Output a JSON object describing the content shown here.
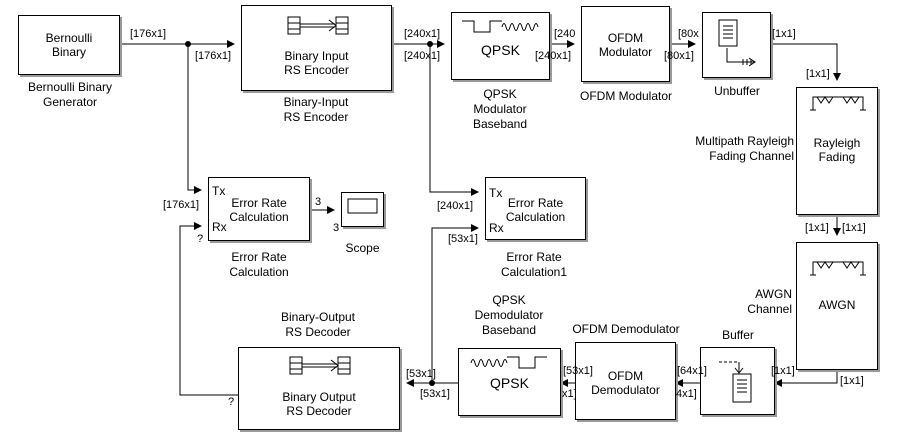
{
  "blocks": {
    "bernoulli": {
      "text": [
        "Bernoulli",
        "Binary"
      ],
      "label": [
        "Bernoulli Binary",
        "Generator"
      ]
    },
    "rs_encoder": {
      "text": [
        "Binary Input",
        "RS Encoder"
      ],
      "label": [
        "Binary-Input",
        "RS Encoder"
      ]
    },
    "qpsk_mod": {
      "text": [
        "QPSK"
      ],
      "label": [
        "QPSK",
        "Modulator",
        "Baseband"
      ]
    },
    "ofdm_mod": {
      "text": [
        "OFDM",
        "Modulator"
      ],
      "label": [
        "OFDM Modulator"
      ]
    },
    "unbuffer": {
      "text": [],
      "label": [
        "Unbuffer"
      ]
    },
    "rayleigh": {
      "text": [
        "Rayleigh",
        "Fading"
      ],
      "label": [
        "Multipath Rayleigh",
        "Fading Channel"
      ]
    },
    "awgn": {
      "text": [
        "AWGN"
      ],
      "label": [
        "AWGN",
        "Channel"
      ]
    },
    "buffer": {
      "text": [],
      "label": [
        "Buffer"
      ]
    },
    "ofdm_demod": {
      "text": [
        "OFDM",
        "Demodulator"
      ],
      "label": [
        "OFDM Demodulator"
      ]
    },
    "qpsk_demod": {
      "text": [
        "QPSK"
      ],
      "label": [
        "QPSK",
        "Demodulator",
        "Baseband"
      ]
    },
    "rs_decoder": {
      "text": [
        "Binary Output",
        "RS Decoder"
      ],
      "label": [
        "Binary-Output",
        "RS Decoder"
      ]
    },
    "err_rate": {
      "text": [
        "Error Rate",
        "Calculation"
      ],
      "label": [
        "Error Rate",
        "Calculation"
      ],
      "ports": [
        "Tx",
        "Rx"
      ]
    },
    "err_rate1": {
      "text": [
        "Error Rate",
        "Calculation"
      ],
      "label": [
        "Error Rate",
        "Calculation1"
      ],
      "ports": [
        "Tx",
        "Rx"
      ]
    },
    "scope": {
      "text": [],
      "label": [
        "Scope"
      ]
    }
  },
  "signals": {
    "s176_out": "[176x1]",
    "s176_enc": "[176x1]",
    "s176_err": "[176x1]",
    "s240_enc_out": "[240x1]",
    "s240_enc_branch": "[240x1]",
    "s240_qpsk_in": "[240",
    "s240_ofdm_in": "[240x1]",
    "s240_err1": "[240x1]",
    "s80_a": "[80x",
    "s80_b": "[80x1]",
    "s1_unbuf": "[1x1]",
    "s1_ray_in": "[1x1]",
    "s1_ray_out_a": "[1x1]",
    "s1_ray_out_b": "[1x1]",
    "s1_awgn_out": "[1x1]",
    "s1_buf_in": "[1x1]",
    "s64": "[64x1]",
    "s4": "4x1]",
    "s53_ofdm": "[53x1]",
    "s_x1": "x1]",
    "s53_dec_a": "[53x1]",
    "s53_dec_b": "[53x1]",
    "s53_err1": "[53x1]",
    "q1": "?",
    "q2": "?",
    "n3_a": "3",
    "n3_b": "3"
  }
}
